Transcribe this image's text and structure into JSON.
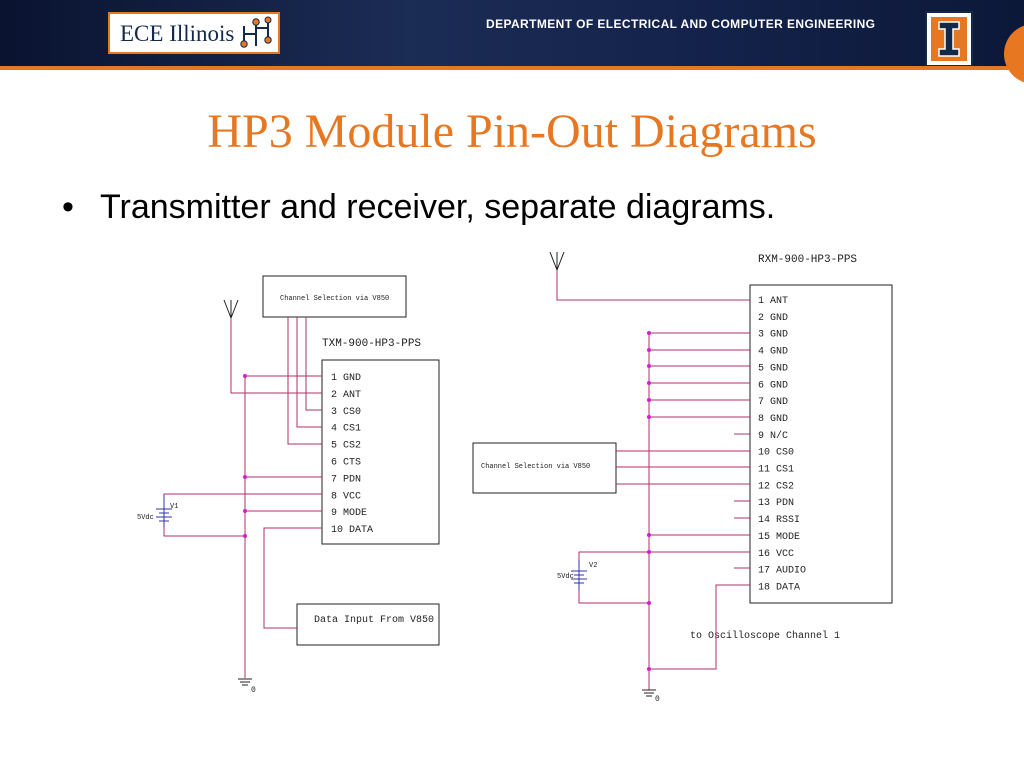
{
  "header": {
    "logo_text": "ECE Illinois",
    "department": "DEPARTMENT OF ELECTRICAL AND COMPUTER ENGINEERING"
  },
  "slide": {
    "title": "HP3 Module Pin-Out Diagrams",
    "bullet": "Transmitter and receiver, separate diagrams."
  },
  "transmitter": {
    "part": "TXM-900-HP3-PPS",
    "channel_box": "Channel Selection via V850",
    "data_box": "Data Input From V850",
    "pins": [
      "1 GND",
      "2 ANT",
      "3 CS0",
      "4 CS1",
      "5 CS2",
      "6 CTS",
      "7 PDN",
      "8 VCC",
      "9 MODE",
      "10 DATA"
    ],
    "source_name": "V1",
    "source_value": "5Vdc",
    "ground_label": "0"
  },
  "receiver": {
    "part": "RXM-900-HP3-PPS",
    "channel_box": "Channel Selection via V850",
    "scope_label": "to Oscilloscope Channel 1",
    "pins": [
      "1 ANT",
      "2 GND",
      "3 GND",
      "4 GND",
      "5 GND",
      "6 GND",
      "7 GND",
      "8 GND",
      "9 N/C",
      "10 CS0",
      "11 CS1",
      "12 CS2",
      "13 PDN",
      "14 RSSI",
      "15 MODE",
      "16 VCC",
      "17 AUDIO",
      "18 DATA"
    ],
    "source_name": "V2",
    "source_value": "5Vdc",
    "ground_label": "0"
  },
  "colors": {
    "accent": "#e87722",
    "navy": "#13294b",
    "wire": "#b0306a",
    "node": "#d020d0"
  }
}
